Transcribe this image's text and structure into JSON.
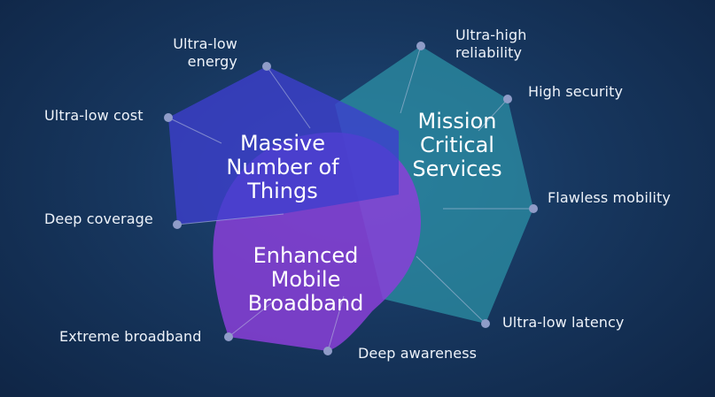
{
  "diagram": {
    "regions": {
      "massive": {
        "line1": "Massive",
        "line2": "Number of",
        "line3": "Things",
        "color": "#3f3fcf"
      },
      "mission": {
        "line1": "Mission",
        "line2": "Critical",
        "line3": "Services",
        "color": "#2d93a8"
      },
      "broadband": {
        "line1": "Enhanced",
        "line2": "Mobile",
        "line3": "Broadband",
        "color": "#8a3fd8"
      }
    },
    "labels": {
      "ultra_low_energy": {
        "line1": "Ultra-low",
        "line2": "energy"
      },
      "ultra_low_cost": "Ultra-low cost",
      "deep_coverage": "Deep coverage",
      "ultra_high_reliability": {
        "line1": "Ultra-high",
        "line2": "reliability"
      },
      "high_security": "High security",
      "flawless_mobility": "Flawless mobility",
      "ultra_low_latency": "Ultra-low latency",
      "deep_awareness": "Deep awareness",
      "extreme_broadband": "Extreme broadband"
    },
    "colors": {
      "background": "#17375f",
      "node": "#8f9cc8",
      "connector": "#b9c3e0"
    }
  }
}
